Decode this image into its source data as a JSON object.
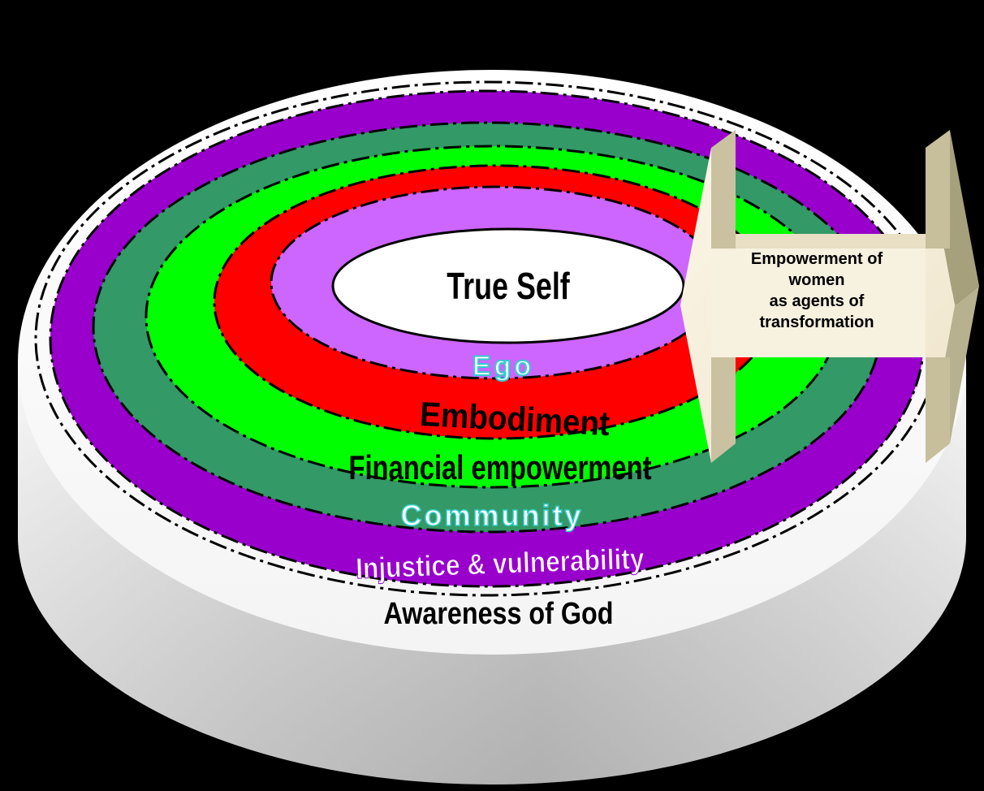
{
  "diagram": {
    "center": "True Self",
    "rings": [
      {
        "label": "Ego",
        "color": "#cc66ff"
      },
      {
        "label": "Embodiment",
        "color": "#ff0000"
      },
      {
        "label": "Financial empowerment",
        "color": "#00ff00"
      },
      {
        "label": "Community",
        "color": "#339966"
      },
      {
        "label": "Injustice & vulnerability",
        "color": "#9900cc"
      }
    ],
    "outer": "Awareness of God",
    "arrow": {
      "lines": [
        "Empowerment of",
        "women",
        "as agents of",
        "transformation"
      ],
      "color": "#f5eedc"
    }
  }
}
